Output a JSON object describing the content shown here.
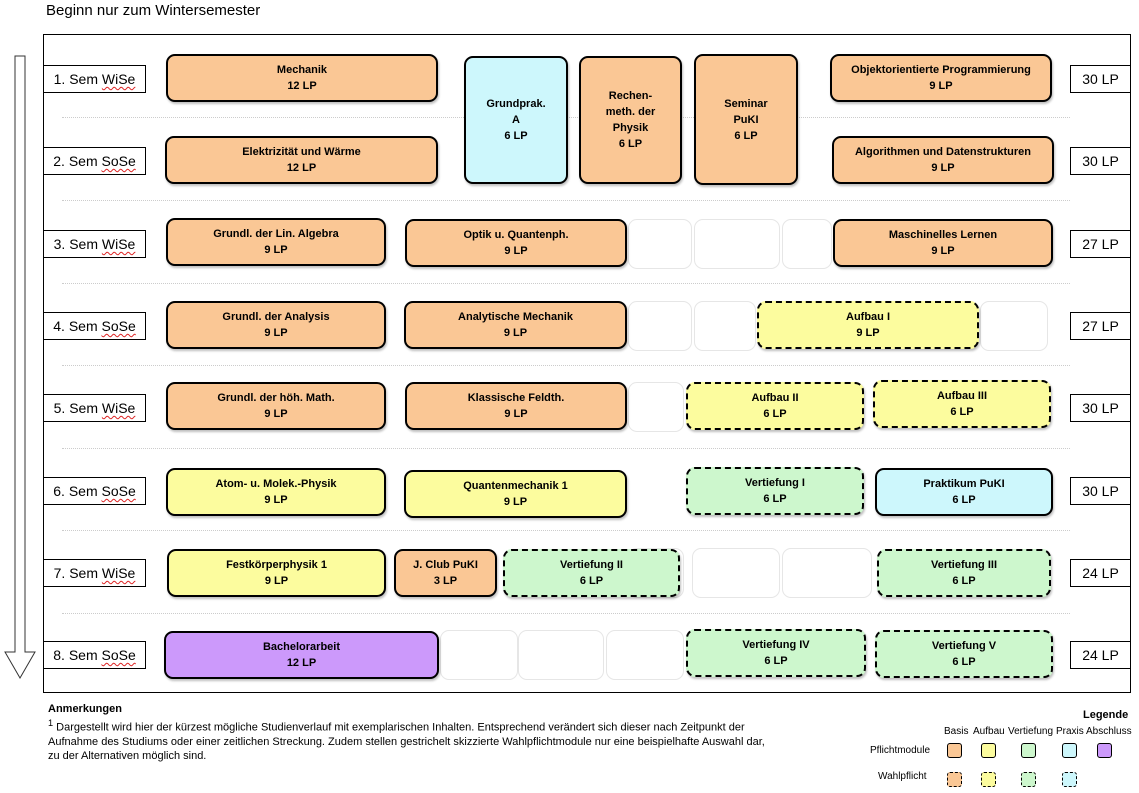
{
  "title": "Beginn nur zum Wintersemester",
  "colors": {
    "basis": "#fac795",
    "aufbau": "#fcfc9e",
    "vertiefung": "#cdf7cd",
    "praxis": "#cdf7fc",
    "abschluss": "#cc99fb"
  },
  "semesters": [
    {
      "num": "1. Sem",
      "term": "WiSe",
      "lp": "30 LP"
    },
    {
      "num": "2. Sem",
      "term": "SoSe",
      "lp": "30 LP"
    },
    {
      "num": "3. Sem",
      "term": "WiSe",
      "lp": "27 LP"
    },
    {
      "num": "4. Sem",
      "term": "SoSe",
      "lp": "27 LP"
    },
    {
      "num": "5. Sem",
      "term": "WiSe",
      "lp": "30 LP"
    },
    {
      "num": "6. Sem",
      "term": "SoSe",
      "lp": "30 LP"
    },
    {
      "num": "7. Sem",
      "term": "WiSe",
      "lp": "24 LP"
    },
    {
      "num": "8. Sem",
      "term": "SoSe",
      "lp": "24 LP"
    }
  ],
  "modules": [
    {
      "id": "mechanik",
      "title": "Mechanik",
      "lp": "12 LP",
      "kind": "basis",
      "style": "solid"
    },
    {
      "id": "grundprak-a",
      "title": "Grundprak.\nA",
      "lp": "6 LP",
      "kind": "praxis",
      "style": "solid"
    },
    {
      "id": "rechenmeth",
      "title": "Rechen-\nmeth. der\nPhysik",
      "lp": "6 LP",
      "kind": "basis",
      "style": "solid"
    },
    {
      "id": "seminar-puki",
      "title": "Seminar\nPuKI",
      "lp": "6 LP",
      "kind": "basis",
      "style": "solid"
    },
    {
      "id": "oop",
      "title": "Objektorientierte Programmierung",
      "lp": "9 LP",
      "kind": "basis",
      "style": "solid"
    },
    {
      "id": "elektrizitaet",
      "title": "Elektrizität und Wärme",
      "lp": "12 LP",
      "kind": "basis",
      "style": "solid"
    },
    {
      "id": "algorithmen",
      "title": "Algorithmen und Datenstrukturen",
      "lp": "9 LP",
      "kind": "basis",
      "style": "solid"
    },
    {
      "id": "lin-algebra",
      "title": "Grundl. der Lin. Algebra",
      "lp": "9 LP",
      "kind": "basis",
      "style": "solid"
    },
    {
      "id": "optik",
      "title": "Optik u. Quantenph.",
      "lp": "9 LP",
      "kind": "basis",
      "style": "solid"
    },
    {
      "id": "ml",
      "title": "Maschinelles Lernen",
      "lp": "9 LP",
      "kind": "basis",
      "style": "solid"
    },
    {
      "id": "analysis",
      "title": "Grundl. der Analysis",
      "lp": "9 LP",
      "kind": "basis",
      "style": "solid"
    },
    {
      "id": "analyt-mechanik",
      "title": "Analytische Mechanik",
      "lp": "9 LP",
      "kind": "basis",
      "style": "solid"
    },
    {
      "id": "aufbau-1",
      "title": "Aufbau I",
      "lp": "9 LP",
      "kind": "aufbau",
      "style": "dashed"
    },
    {
      "id": "hoeh-math",
      "title": "Grundl. der höh. Math.",
      "lp": "9 LP",
      "kind": "basis",
      "style": "solid"
    },
    {
      "id": "feldth",
      "title": "Klassische Feldth.",
      "lp": "9 LP",
      "kind": "basis",
      "style": "solid"
    },
    {
      "id": "aufbau-2",
      "title": "Aufbau II",
      "lp": "6 LP",
      "kind": "aufbau",
      "style": "dashed"
    },
    {
      "id": "aufbau-3",
      "title": "Aufbau III",
      "lp": "6 LP",
      "kind": "aufbau",
      "style": "dashed"
    },
    {
      "id": "atom",
      "title": "Atom- u. Molek.-Physik",
      "lp": "9 LP",
      "kind": "aufbau",
      "style": "solid"
    },
    {
      "id": "qm1",
      "title": "Quantenmechanik 1",
      "lp": "9 LP",
      "kind": "aufbau",
      "style": "solid"
    },
    {
      "id": "vertiefung-1",
      "title": "Vertiefung I",
      "lp": "6 LP",
      "kind": "vertiefung",
      "style": "dashed"
    },
    {
      "id": "praktikum-puki",
      "title": "Praktikum PuKI",
      "lp": "6 LP",
      "kind": "praxis",
      "style": "solid"
    },
    {
      "id": "festkoerper",
      "title": "Festkörperphysik 1",
      "lp": "9 LP",
      "kind": "aufbau",
      "style": "solid"
    },
    {
      "id": "jclub",
      "title": "J. Club PuKI",
      "lp": "3 LP",
      "kind": "basis",
      "style": "solid"
    },
    {
      "id": "vertiefung-2",
      "title": "Vertiefung II",
      "lp": "6 LP",
      "kind": "vertiefung",
      "style": "dashed"
    },
    {
      "id": "vertiefung-3",
      "title": "Vertiefung III",
      "lp": "6 LP",
      "kind": "vertiefung",
      "style": "dashed"
    },
    {
      "id": "bachelorarbeit",
      "title": "Bachelorarbeit",
      "lp": "12 LP",
      "kind": "abschluss",
      "style": "solid"
    },
    {
      "id": "vertiefung-4",
      "title": "Vertiefung IV",
      "lp": "6 LP",
      "kind": "vertiefung",
      "style": "dashed"
    },
    {
      "id": "vertiefung-5",
      "title": "Vertiefung V",
      "lp": "6 LP",
      "kind": "vertiefung",
      "style": "dashed"
    }
  ],
  "notes": {
    "heading": "Anmerkungen",
    "footnote_mark": "1",
    "text": " Dargestellt wird hier der kürzest mögliche Studienverlauf mit exemplarischen Inhalten. Entsprechend verändert sich dieser nach Zeitpunkt der Aufnahme des Studiums oder einer zeitlichen Streckung. Zudem stellen gestrichelt skizzierte Wahlpflichtmodule nur eine beispielhafte Auswahl dar, zu der Alternativen möglich sind."
  },
  "legend": {
    "title": "Legende",
    "columns": [
      "Basis",
      "Aufbau",
      "Vertiefung",
      "Praxis",
      "Abschluss"
    ],
    "row_pflicht": "Pflichtmodule",
    "row_wahl": "Wahlpflicht"
  }
}
